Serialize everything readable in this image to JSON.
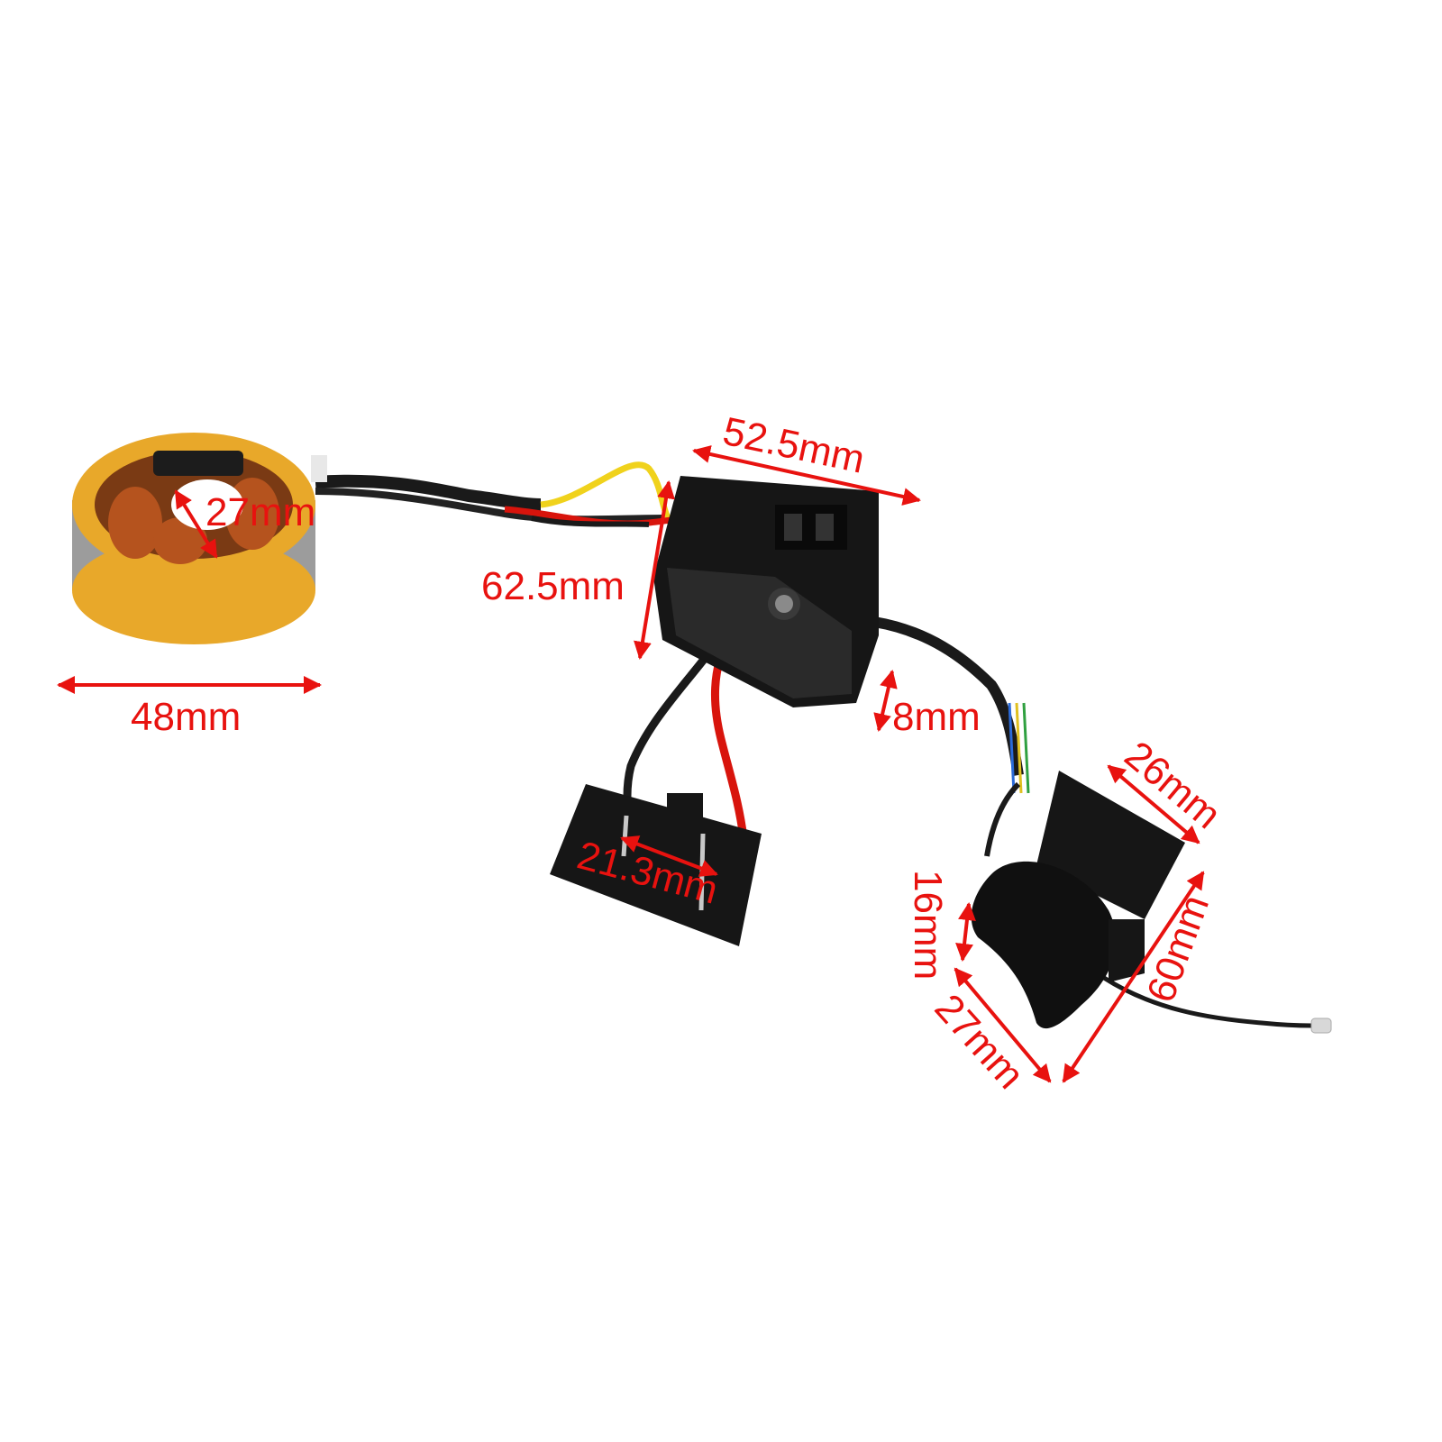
{
  "dimensions": {
    "stator_inner": "27mm",
    "stator_outer": "48mm",
    "board_width": "52.5mm",
    "board_height": "62.5mm",
    "board_thickness": "8mm",
    "terminal_spacing": "21.3mm",
    "switch_top_width": "26mm",
    "switch_trigger_height": "16mm",
    "switch_trigger_width": "27mm",
    "switch_length": "60mm"
  },
  "colors": {
    "annotation": "#e8120f",
    "stator_yellow": "#e8a82a",
    "stator_laminate": "#9c9c9c",
    "copper": "#b5531e",
    "plastic_black": "#161616",
    "wire_red": "#d8140c",
    "wire_yellow": "#f0d21c"
  }
}
